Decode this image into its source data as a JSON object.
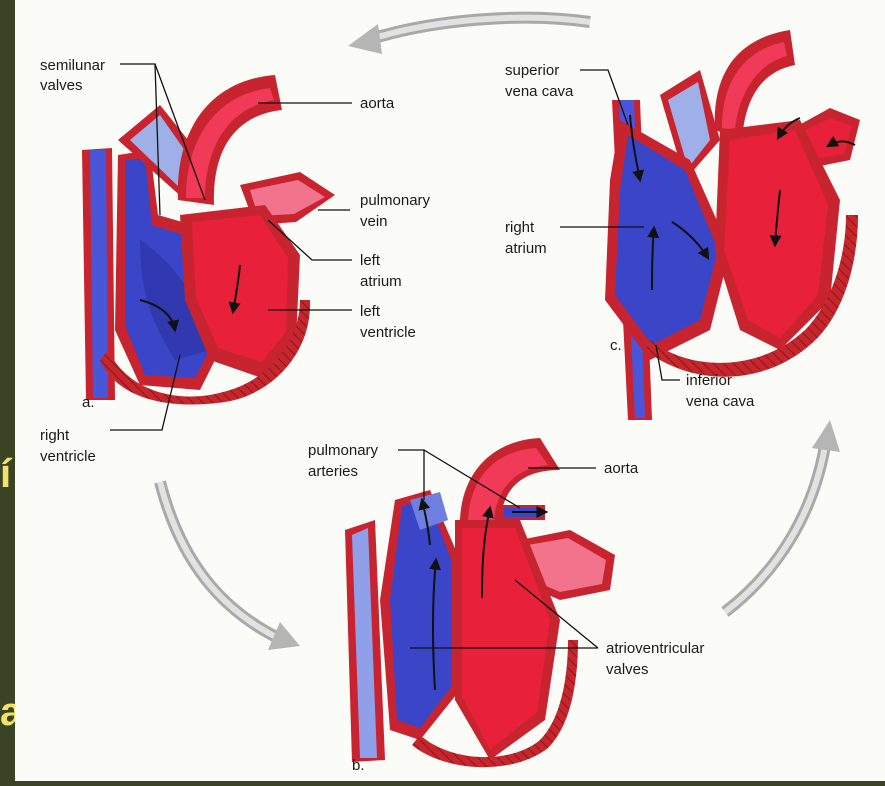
{
  "slide": {
    "side_fragment_1": "í",
    "side_fragment_2": "a"
  },
  "diagram": {
    "panels": {
      "a": "a.",
      "b": "b.",
      "c": "c."
    },
    "labels": {
      "semilunar_valves": [
        "semilunar",
        "valves"
      ],
      "aorta_a": "aorta",
      "pulmonary_vein": [
        "pulmonary",
        "vein"
      ],
      "left_atrium": [
        "left",
        "atrium"
      ],
      "left_ventricle": [
        "left",
        "ventricle"
      ],
      "right_ventricle": [
        "right",
        "ventricle"
      ],
      "superior_vena_cava": [
        "superior",
        "vena cava"
      ],
      "right_atrium": [
        "right",
        "atrium"
      ],
      "inferior_vena_cava": [
        "inferior",
        "vena cava"
      ],
      "pulmonary_arteries": [
        "pulmonary",
        "arteries"
      ],
      "aorta_b": "aorta",
      "atrioventricular_valves": [
        "atrioventricular",
        "valves"
      ]
    }
  },
  "colors": {
    "slide_bg": "#3a4425",
    "panel_bg": "#fbfbf7",
    "oxygenated": "#e8203a",
    "deoxygenated": "#3b45c8",
    "muscle": "#c8242c",
    "cycle_arrow": "#c9c9c9"
  }
}
